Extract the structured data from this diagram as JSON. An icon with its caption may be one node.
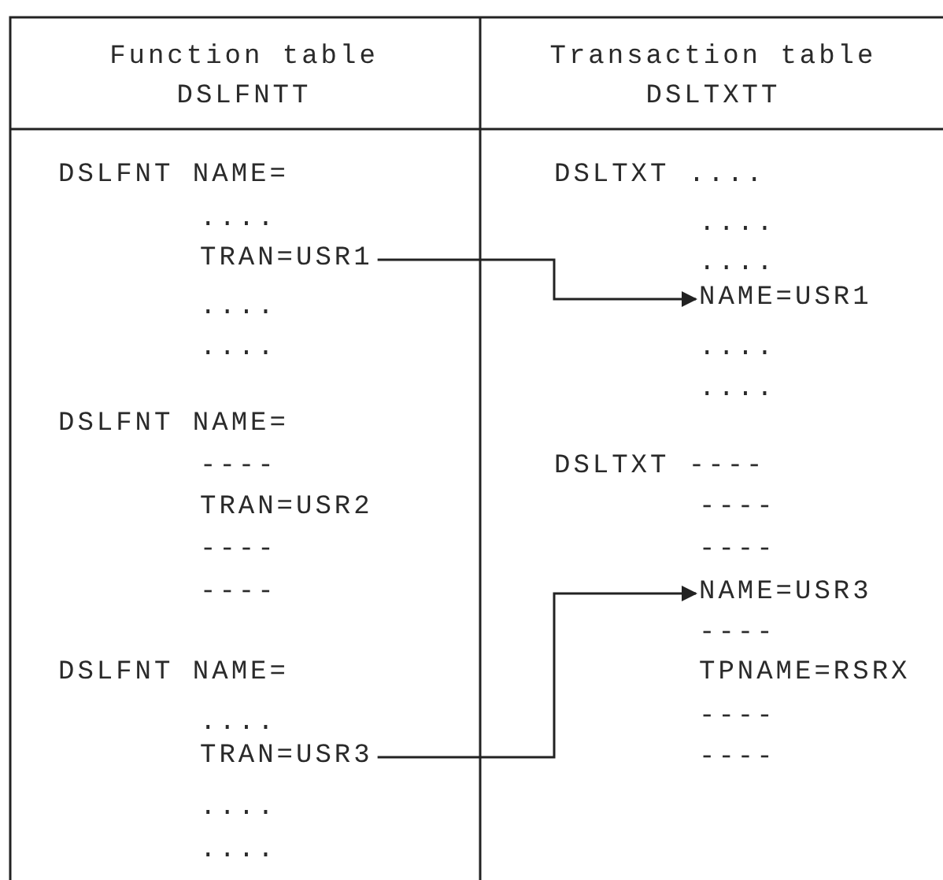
{
  "diagram": {
    "nodes": [
      {
        "text": [
          "TRAN=USR1"
        ]
      },
      {
        "text": [
          "NAME=USR1"
        ]
      },
      {
        "text": [
          "TRAN=USR3"
        ]
      },
      {
        "text": [
          "NAME=USR3"
        ]
      }
    ],
    "edges": [
      {
        "from": 0,
        "to": 1,
        "arrow": "to"
      },
      {
        "from": 2,
        "to": 3,
        "arrow": "to"
      }
    ],
    "labels": [
      "Function table",
      "DSLFNTT",
      "Transaction table",
      "DSLTXTT",
      "DSLFNT NAME=",
      "....",
      "....",
      "....",
      "DSLFNT NAME=",
      "----",
      "TRAN=USR2",
      "----",
      "----",
      "DSLFNT NAME=",
      "....",
      "....",
      "....",
      "DSLTXT ....",
      "....",
      "....",
      "....",
      "....",
      "DSLTXT ----",
      "----",
      "----",
      "----",
      "TPNAME=RSRX",
      "----",
      "----"
    ]
  }
}
